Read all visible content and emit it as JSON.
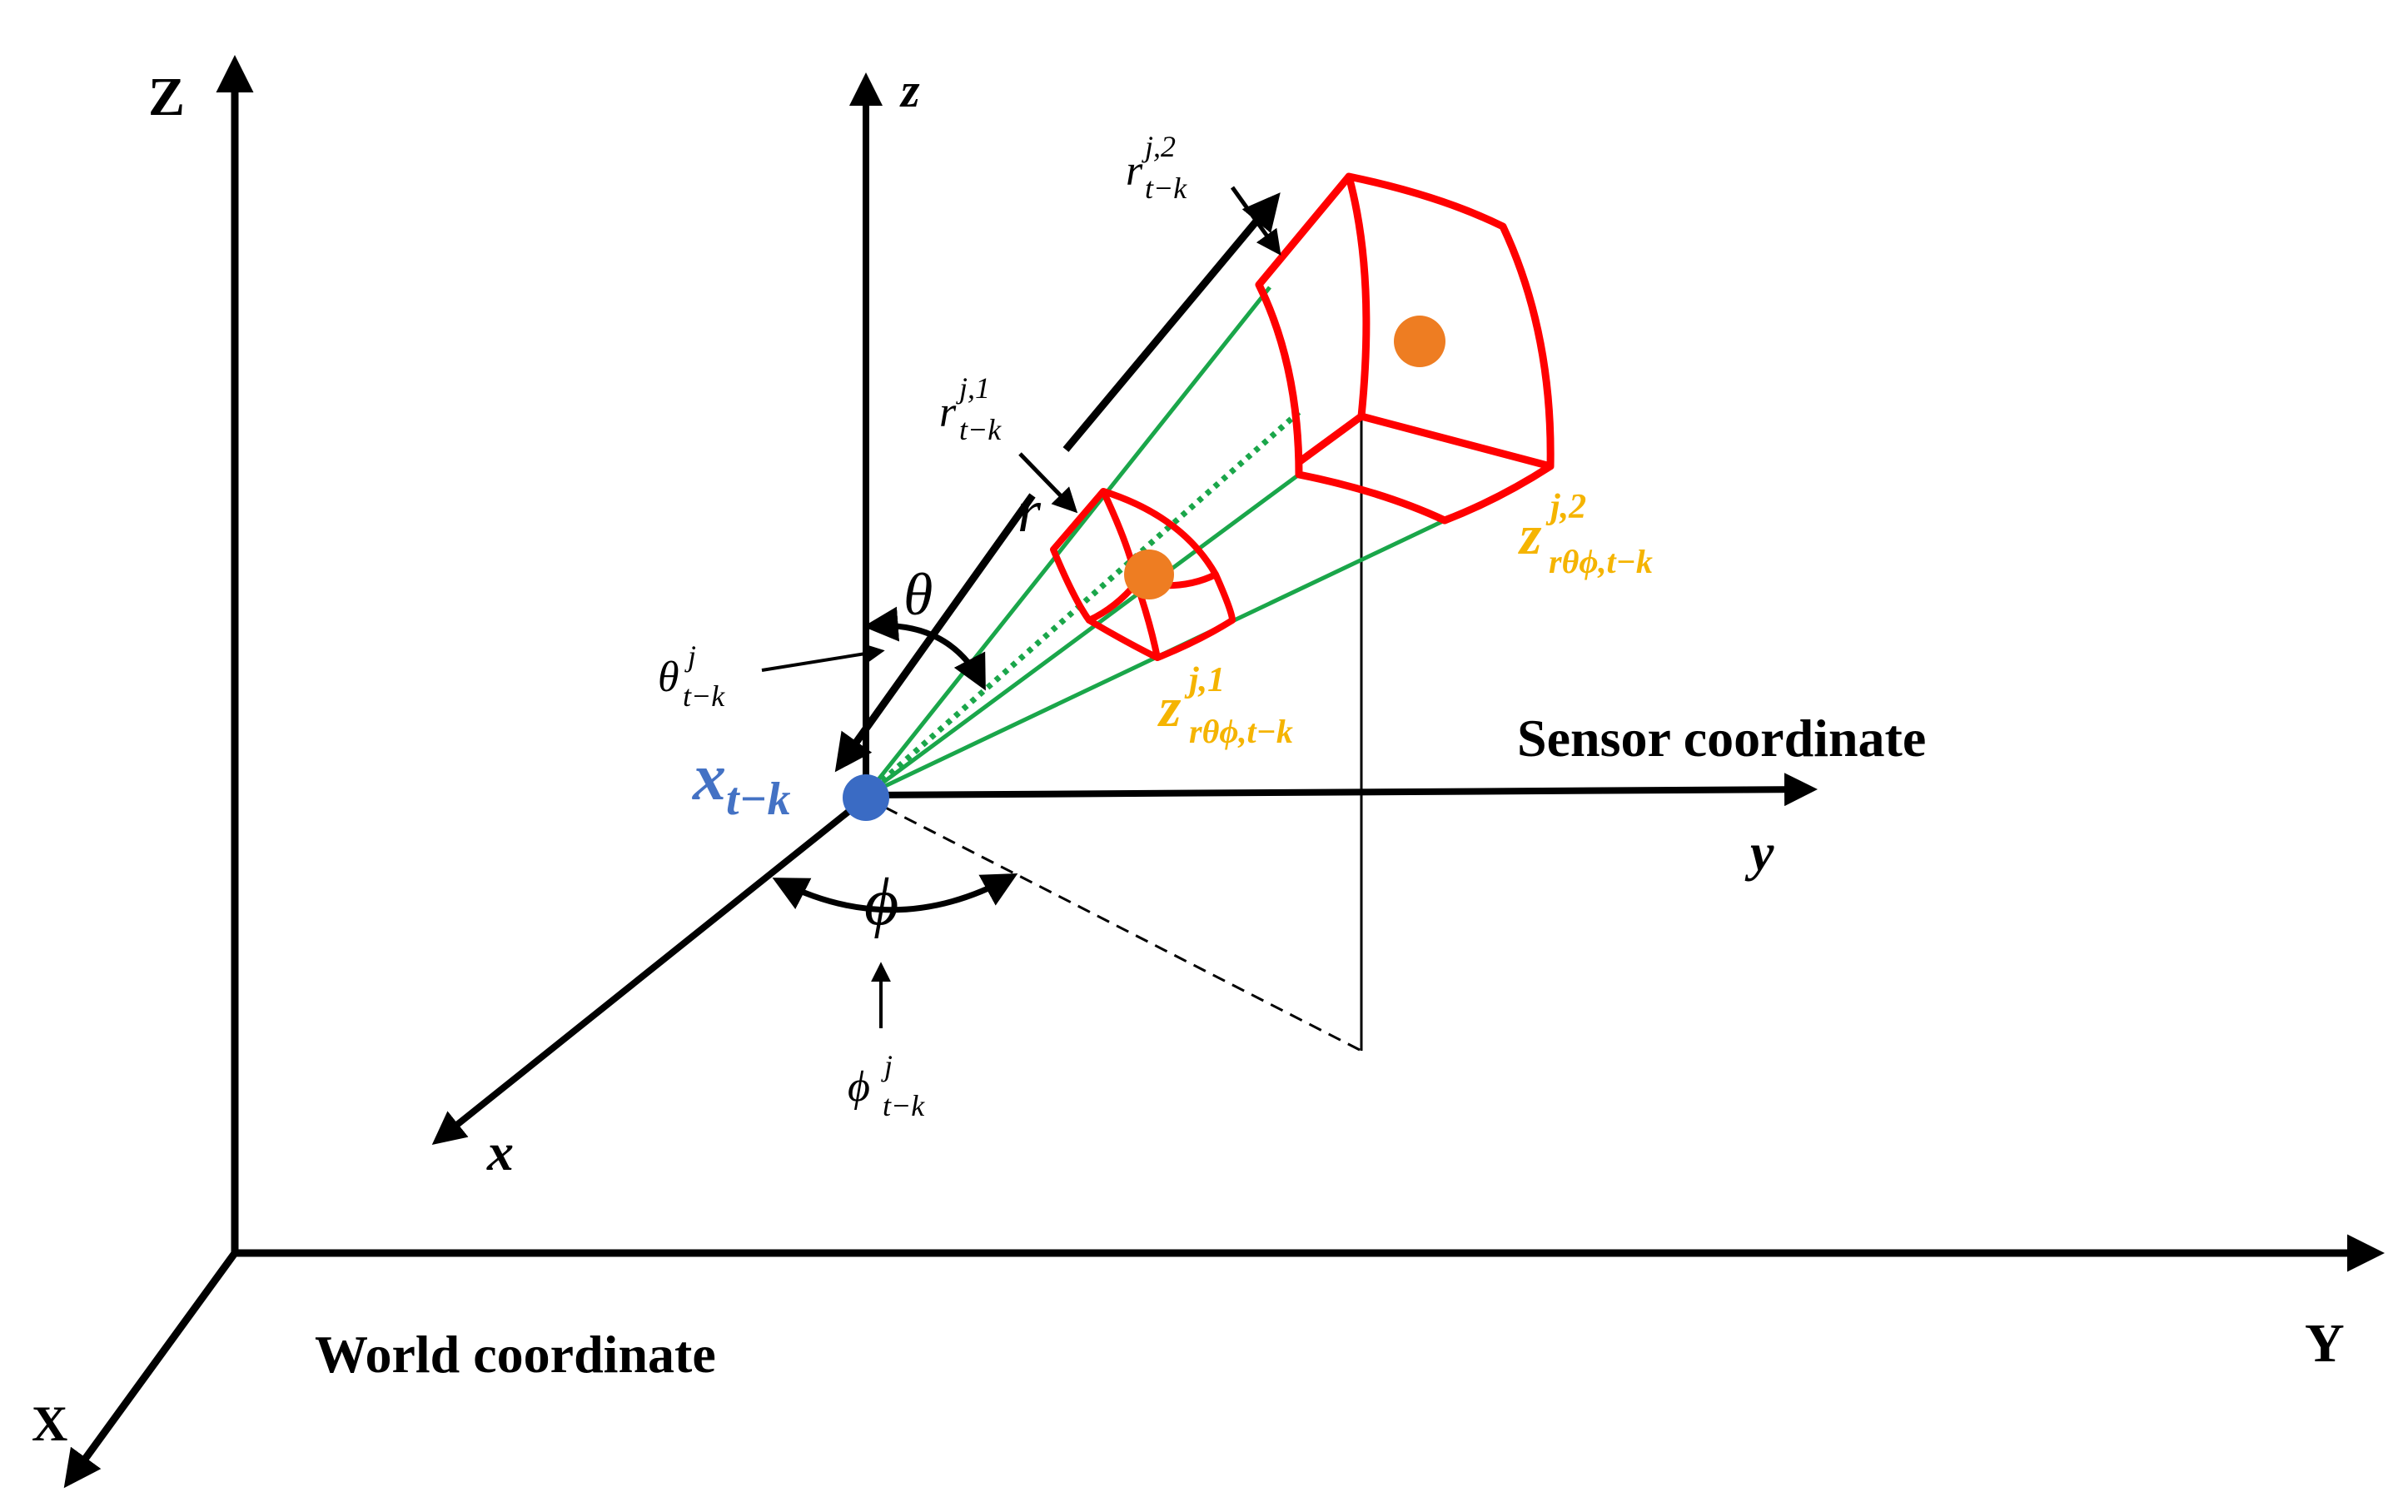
{
  "world_axes": {
    "x_label": "X",
    "y_label": "Y",
    "z_label": "Z",
    "caption": "World coordinate"
  },
  "sensor_axes": {
    "x_label": "x",
    "y_label": "y",
    "z_label": "z",
    "caption": "Sensor coordinate"
  },
  "sensor_position": {
    "symbol": "x",
    "subscript": "t−k"
  },
  "angles": {
    "theta": "θ",
    "phi": "ϕ",
    "range": "r"
  },
  "annotations": {
    "theta_j": {
      "base": "θ",
      "sup": "j",
      "sub": "t−k"
    },
    "phi_j": {
      "base": "ϕ",
      "sup": "j",
      "sub": "t−k"
    },
    "r_j1": {
      "base": "r",
      "sup": "j,1",
      "sub": "t−k"
    },
    "r_j2": {
      "base": "r",
      "sup": "j,2",
      "sub": "t−k"
    },
    "z_j1": {
      "base": "z",
      "sup": "j,1",
      "sub": "rθϕ,t−k"
    },
    "z_j2": {
      "base": "z",
      "sup": "j,2",
      "sub": "rθϕ,t−k"
    }
  },
  "colors": {
    "axis": "#000000",
    "beam": "#1aa64a",
    "cell": "#ff0000",
    "measurement_point": "#ee7d22",
    "sensor_point": "#3a6bc4",
    "sensor_label": "#4472c4",
    "measurement_label": "#f5b400"
  }
}
